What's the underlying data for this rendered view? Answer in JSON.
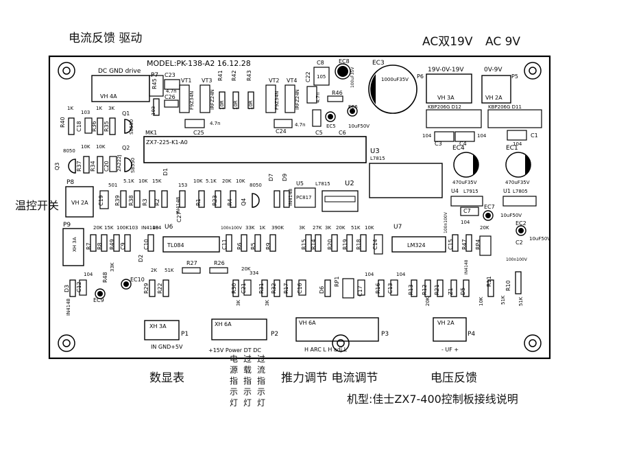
{
  "board": {
    "model": "MODEL:PK-138-A2 16.12.28",
    "ic_u1": "ZX7-225-K1-A0",
    "mk_label": "MK1",
    "ic_u7": "LM324",
    "ic_u6": "TL084",
    "reg_u3": "L7815",
    "reg_u4": "L7915",
    "reg_u1b": "L7805",
    "reg_u2": "L7815"
  },
  "annotations": {
    "current_feedback_drive": "电流反馈 驱动",
    "ac_dual_19v": "AC双19V",
    "ac_9v": "AC 9V",
    "temp_switch": "温控开关",
    "digital_meter": "数显表",
    "power_light": "电源指示灯",
    "overload_light": "过载指示灯",
    "overcurrent_light": "过流指示灯",
    "thrust_current_adj": "推力调节 电流调节",
    "voltage_feedback": "电压反馈",
    "caption": "机型:佳士ZX7-400控制板接线说明"
  },
  "connectors": {
    "p7_pins": "DC GND drive",
    "p7_name": "P7",
    "p7_type": "VH 4A",
    "p6_pins": "19V-0V-19V",
    "p6_name": "P6",
    "p6_type": "VH 3A",
    "p5_pins": "0V-9V",
    "p5_name": "P5",
    "p5_type": "VH 2A",
    "p8_name": "P8",
    "p8_type": "VH 2A",
    "p9_name": "P9",
    "p9_type": "XH 3A",
    "p1_name": "P1",
    "p1_type": "XH 3A",
    "p1_pins": "IN GND+5V",
    "p2_name": "P2",
    "p2_type": "XH 6A",
    "p2_pins": "+15V Power DT DC",
    "p3_name": "P3",
    "p3_type": "VH 6A",
    "p3_pins": "H ARC L H adj L",
    "p4_name": "P4",
    "p4_type": "VH 2A",
    "p4_pins": "- UF +"
  },
  "components": {
    "ec3": "EC3",
    "ec3_val": "1000uF35V",
    "ec4": "EC4",
    "ec4_val": "470uF35V",
    "ec1": "EC1",
    "ec1_val": "470uF35V",
    "ec8": "EC8",
    "ec8_val": "100uF35V",
    "d12": "KBP206G D12",
    "d11": "KBP206G D11",
    "q1": "Q1",
    "q2": "Q2",
    "q3": "Q3",
    "q4": "Q4",
    "vt1": "VT1",
    "vt2": "VT2",
    "vt3": "VT3",
    "vt4": "VT4",
    "u5": "U5",
    "u5_chip": "PC817",
    "u3": "U3",
    "u2": "U2",
    "u4": "U4",
    "u1": "U1",
    "u6": "U6",
    "u7": "U7",
    "r45": "R45",
    "r41": "R41",
    "r42": "R42",
    "r43": "R43",
    "r46": "R46",
    "c23": "C23",
    "c26": "C26",
    "c25": "C25",
    "c24": "C24",
    "c22": "C22",
    "c8": "C8",
    "c5": "C5",
    "c6": "C6",
    "ec5": "EC5",
    "ec6": "EC6",
    "ec7": "EC7",
    "ec2": "EC2",
    "ec9": "EC9",
    "ec10": "EC10",
    "c3": "C3",
    "c4": "C4",
    "c1": "C1",
    "c7": "C7",
    "c2": "C2",
    "r40": "R40",
    "c18": "C18",
    "r36": "R36",
    "r35": "R35",
    "r37": "R37",
    "r34": "R34",
    "c20": "C20",
    "c19": "C19",
    "r39": "R39",
    "r38": "R38",
    "r3": "R3",
    "r2": "R2",
    "r1": "R1",
    "r23": "R23",
    "r4": "R4",
    "d1": "D1",
    "d7": "D7",
    "d9": "D9",
    "c27": "C27",
    "r7": "R7",
    "r8": "R8",
    "r49": "R49",
    "c9": "C9",
    "c10": "C10",
    "c11": "C11",
    "r6": "R6",
    "r5": "R5",
    "r9": "R9",
    "r15": "R15",
    "r14": "R14",
    "r20": "R20",
    "r19": "R19",
    "r18": "R18",
    "c14": "C14",
    "c15": "C15",
    "r47": "R47",
    "rp4": "RP4",
    "d2": "D2",
    "r27": "R27",
    "r26": "R26",
    "d3": "D3",
    "c12": "C12",
    "r48": "R48",
    "r29": "R29",
    "r22": "R22",
    "r30": "R30",
    "c21": "C21",
    "r31": "R31",
    "r32": "R32",
    "r17": "R17",
    "c16": "C16",
    "d6": "D6",
    "rp1": "RP1",
    "c17": "C17",
    "r16": "R16",
    "c13": "C13",
    "r13": "R13",
    "r12": "R12",
    "r21": "R21",
    "z1": "Z1",
    "d5": "D5",
    "r11": "R11",
    "r10": "R10"
  },
  "values": {
    "v1k": "1K",
    "v103": "103",
    "v3k": "3K",
    "v10k": "10K",
    "v8050": "8050",
    "v8550": "S8550",
    "v5_1k": "5.1K",
    "v15k": "15K",
    "v20k": "20K",
    "v27k": "27K",
    "v33k": "33K",
    "v390k": "390K",
    "v51k": "51K",
    "v2k": "2K",
    "v100k": "100K",
    "v104": "104",
    "v153": "153",
    "v501": "501",
    "v334": "334",
    "v4148": "IN4148",
    "v4_7n": "4.7n",
    "v105": "105",
    "v10uf50v": "10uF50V",
    "v100n100v": "100n100V",
    "v2a222j": "2A222J",
    "vf9z34n": "F9Z34N",
    "virf": "IRFZ24N",
    "v10r": "10R"
  }
}
